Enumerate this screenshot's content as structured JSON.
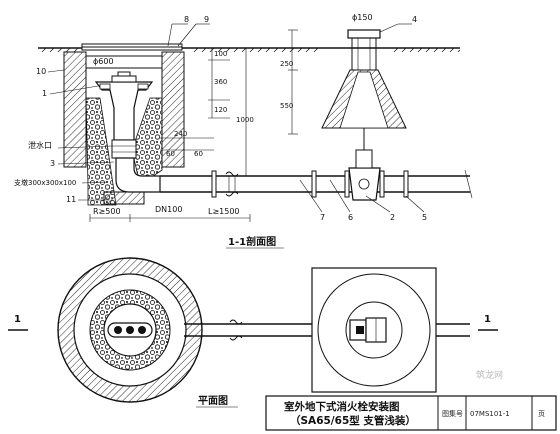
{
  "section": {
    "title": "1-1剖面图",
    "dims": {
      "d600": "ϕ600",
      "d150": "ϕ150",
      "h100": "100",
      "h360": "360",
      "h120": "120",
      "h250": "250",
      "h550": "550",
      "h1000": "1000",
      "w240": "240",
      "w60a": "60",
      "w60b": "60",
      "r500": "R≥500",
      "dn100": "DN100",
      "l1500": "L≥1500"
    },
    "callouts": {
      "n1": "1",
      "n2": "2",
      "n3": "3",
      "n4": "4",
      "n5": "5",
      "n6": "6",
      "n7": "7",
      "n8": "8",
      "n9": "9",
      "n10": "10",
      "n11": "11",
      "drain": "泄水口",
      "pier": "支墩300x300x100"
    }
  },
  "plan": {
    "title": "平面图",
    "cut_left": "1",
    "cut_right": "1"
  },
  "title_block": {
    "line1": "室外地下式消火栓安装图",
    "line2": "（SA65/65型  支管浅装）",
    "atlas_label": "图集号",
    "atlas_no": "07MS101-1",
    "page_label": "页"
  },
  "watermark": "筑龙网"
}
